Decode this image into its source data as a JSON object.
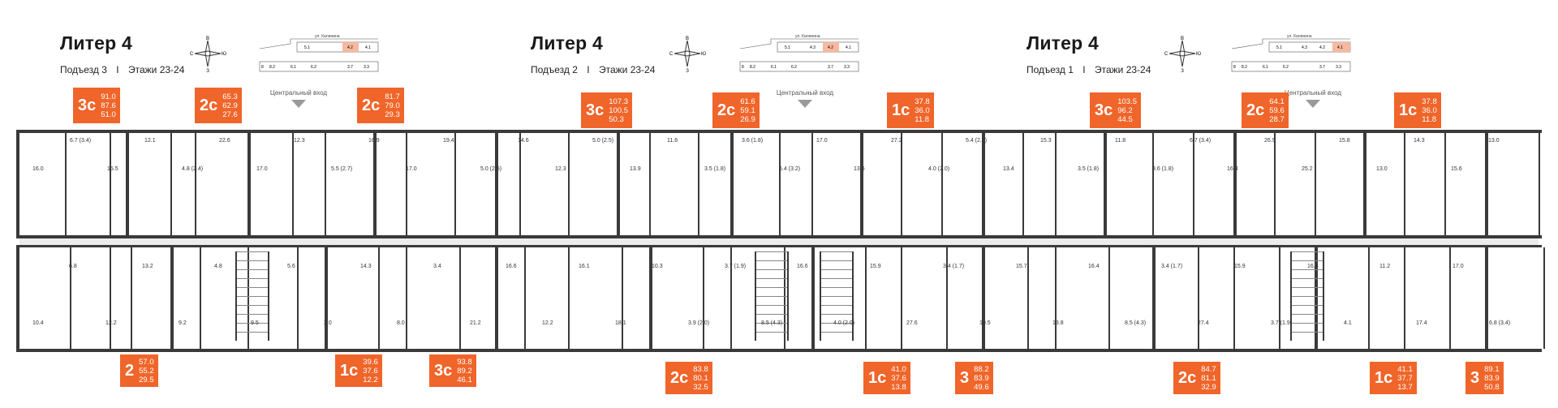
{
  "sections": [
    {
      "title": "Литер 4",
      "subtitle_entrance": "Подъезд 3",
      "subtitle_sep": "I",
      "subtitle_floors": "Этажи 23-24"
    },
    {
      "title": "Литер 4",
      "subtitle_entrance": "Подъезд 2",
      "subtitle_sep": "I",
      "subtitle_floors": "Этажи 23-24"
    },
    {
      "title": "Литер 4",
      "subtitle_entrance": "Подъезд 1",
      "subtitle_sep": "I",
      "subtitle_floors": "Этажи 23-24"
    }
  ],
  "compass_letters": {
    "n": "В",
    "w": "С",
    "e": "Ю",
    "s": "З"
  },
  "keymap": {
    "street": "ул. Калинина",
    "top_cells": [
      "5.1",
      "4.3",
      "4.2",
      "4.1"
    ],
    "bottom_cells": [
      "8",
      "8.2",
      "6.1",
      "6.2",
      "3.7",
      "3.3"
    ],
    "highlight_colors": [
      "#f7b8a0",
      "#f7b8a0",
      "#f7b8a0"
    ]
  },
  "entrance_label": "Центральный вход",
  "top_badges": [
    {
      "type": "3с",
      "a": "91.0",
      "b": "87.6",
      "c": "51.0"
    },
    {
      "type": "2с",
      "a": "65.3",
      "b": "62.9",
      "c": "27.6"
    },
    {
      "type": "2с",
      "a": "81.7",
      "b": "79.0",
      "c": "29.3"
    },
    {
      "type": "3с",
      "a": "107.3",
      "b": "100.5",
      "c": "50.3"
    },
    {
      "type": "2с",
      "a": "61.6",
      "b": "59.1",
      "c": "26.9"
    },
    {
      "type": "1с",
      "a": "37.8",
      "b": "36.0",
      "c": "11.8"
    },
    {
      "type": "3с",
      "a": "103.5",
      "b": "96.2",
      "c": "44.5"
    },
    {
      "type": "2с",
      "a": "64.1",
      "b": "59.6",
      "c": "28.7"
    },
    {
      "type": "1с",
      "a": "37.8",
      "b": "36.0",
      "c": "11.8"
    }
  ],
  "bottom_badges": [
    {
      "type": "2",
      "a": "57.0",
      "b": "55.2",
      "c": "29.5"
    },
    {
      "type": "1с",
      "a": "39.6",
      "b": "37.6",
      "c": "12.2"
    },
    {
      "type": "3с",
      "a": "93.8",
      "b": "89.2",
      "c": "46.1"
    },
    {
      "type": "2с",
      "a": "83.8",
      "b": "80.1",
      "c": "32.5"
    },
    {
      "type": "1с",
      "a": "41.0",
      "b": "37.6",
      "c": "13.8"
    },
    {
      "type": "3",
      "a": "88.2",
      "b": "83.9",
      "c": "49.6"
    },
    {
      "type": "2с",
      "a": "84.7",
      "b": "81.1",
      "c": "32.9"
    },
    {
      "type": "1с",
      "a": "41.1",
      "b": "37.7",
      "c": "13.7"
    },
    {
      "type": "3",
      "a": "89.1",
      "b": "83.9",
      "c": "50.8"
    }
  ],
  "room_areas": [
    "16.0",
    "6.7 (3.4)",
    "15.5",
    "12.1",
    "4.8 (2.4)",
    "22.6",
    "17.0",
    "12.3",
    "5.5 (2.7)",
    "16.9",
    "17.0",
    "19.4",
    "5.0 (2.5)",
    "14.6",
    "12.3",
    "5.0 (2.5)",
    "13.9",
    "11.6",
    "3.5 (1.8)",
    "3.6 (1.8)",
    "6.4 (3.2)",
    "17.0",
    "13.6",
    "27.2",
    "4.0 (2.0)",
    "5.4 (2.7)",
    "13.4",
    "15.3",
    "3.5 (1.8)",
    "11.8",
    "3.6 (1.8)",
    "6.7 (3.4)",
    "16.4",
    "26.9",
    "25.2",
    "15.8",
    "13.0",
    "14.3",
    "15.6",
    "13.0",
    "10.4",
    "6.8",
    "12.2",
    "13.2",
    "9.2",
    "4.8",
    "9.5",
    "5.6",
    "2.0",
    "14.3",
    "8.0",
    "3.4",
    "21.2",
    "16.6",
    "12.2",
    "16.1",
    "18.1",
    "10.3",
    "3.9 (2.0)",
    "3.7 (1.9)",
    "8.5 (4.3)",
    "16.6",
    "4.0 (2.0)",
    "15.9",
    "27.6",
    "3.4 (1.7)",
    "10.5",
    "15.7",
    "13.8",
    "16.4",
    "8.5 (4.3)",
    "3.4 (1.7)",
    "27.4",
    "15.9",
    "3.7 (1.9)",
    "16.4",
    "4.1",
    "11.2",
    "17.4",
    "17.0",
    "6.8 (3.4)"
  ]
}
